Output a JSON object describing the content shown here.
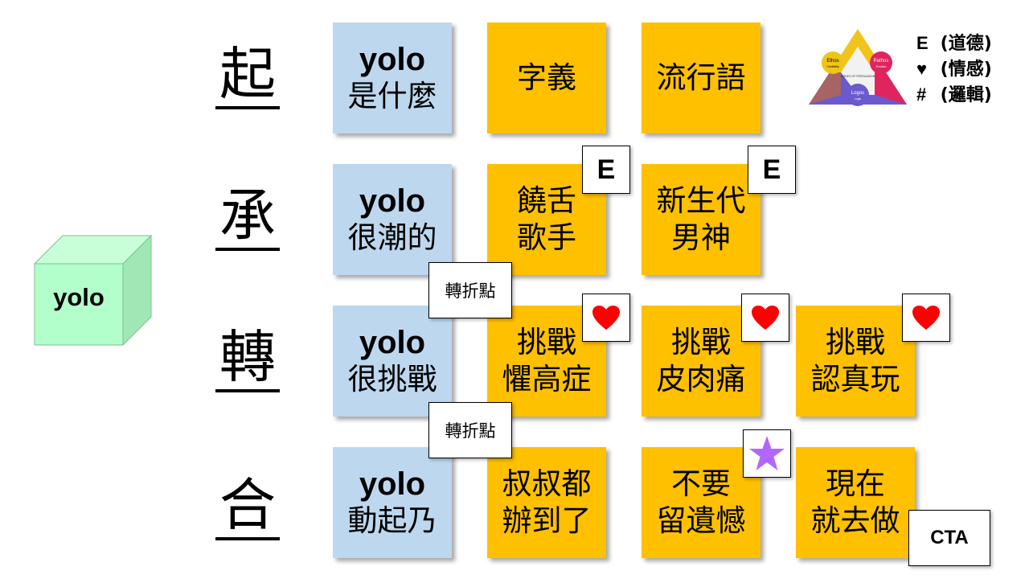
{
  "cube_label": "yolo",
  "rows": [
    {
      "char": "起",
      "blue": [
        "yolo",
        "是什麼"
      ],
      "cards": [
        [
          "字義"
        ],
        [
          "流行語"
        ]
      ]
    },
    {
      "char": "承",
      "blue": [
        "yolo",
        "很潮的"
      ],
      "cards": [
        [
          "饒舌",
          "歌手"
        ],
        [
          "新生代",
          "男神"
        ]
      ]
    },
    {
      "char": "轉",
      "blue": [
        "yolo",
        "很挑戰"
      ],
      "cards": [
        [
          "挑戰",
          "懼高症"
        ],
        [
          "挑戰",
          "皮肉痛"
        ],
        [
          "挑戰",
          "認真玩"
        ]
      ]
    },
    {
      "char": "合",
      "blue": [
        "yolo",
        "動起乃"
      ],
      "cards": [
        [
          "叔叔都",
          "辦到了"
        ],
        [
          "不要",
          "留遺憾"
        ],
        [
          "現在",
          "就去做"
        ]
      ]
    }
  ],
  "badges": {
    "e": "E",
    "heart": "heart-icon",
    "star": "star-icon"
  },
  "turning_point": "轉折點",
  "cta": "CTA",
  "legend": [
    {
      "sym": "E",
      "label": "(道德)"
    },
    {
      "sym": "♥",
      "label": "(情感)"
    },
    {
      "sym": "#",
      "label": "(邏輯)"
    }
  ],
  "triangle": {
    "ethos": "Ethos",
    "ethos_sub": "Credibility",
    "pathos": "Pathos",
    "pathos_sub": "Emotion",
    "logos": "Logos",
    "logos_sub": "Logic",
    "center": "MODES OF PERSUASION"
  },
  "colors": {
    "blue": "#bdd7ee",
    "orange": "#ffc000",
    "cube": "#b3ffcc",
    "heart": "#ff0000",
    "star": "#b266ff"
  }
}
